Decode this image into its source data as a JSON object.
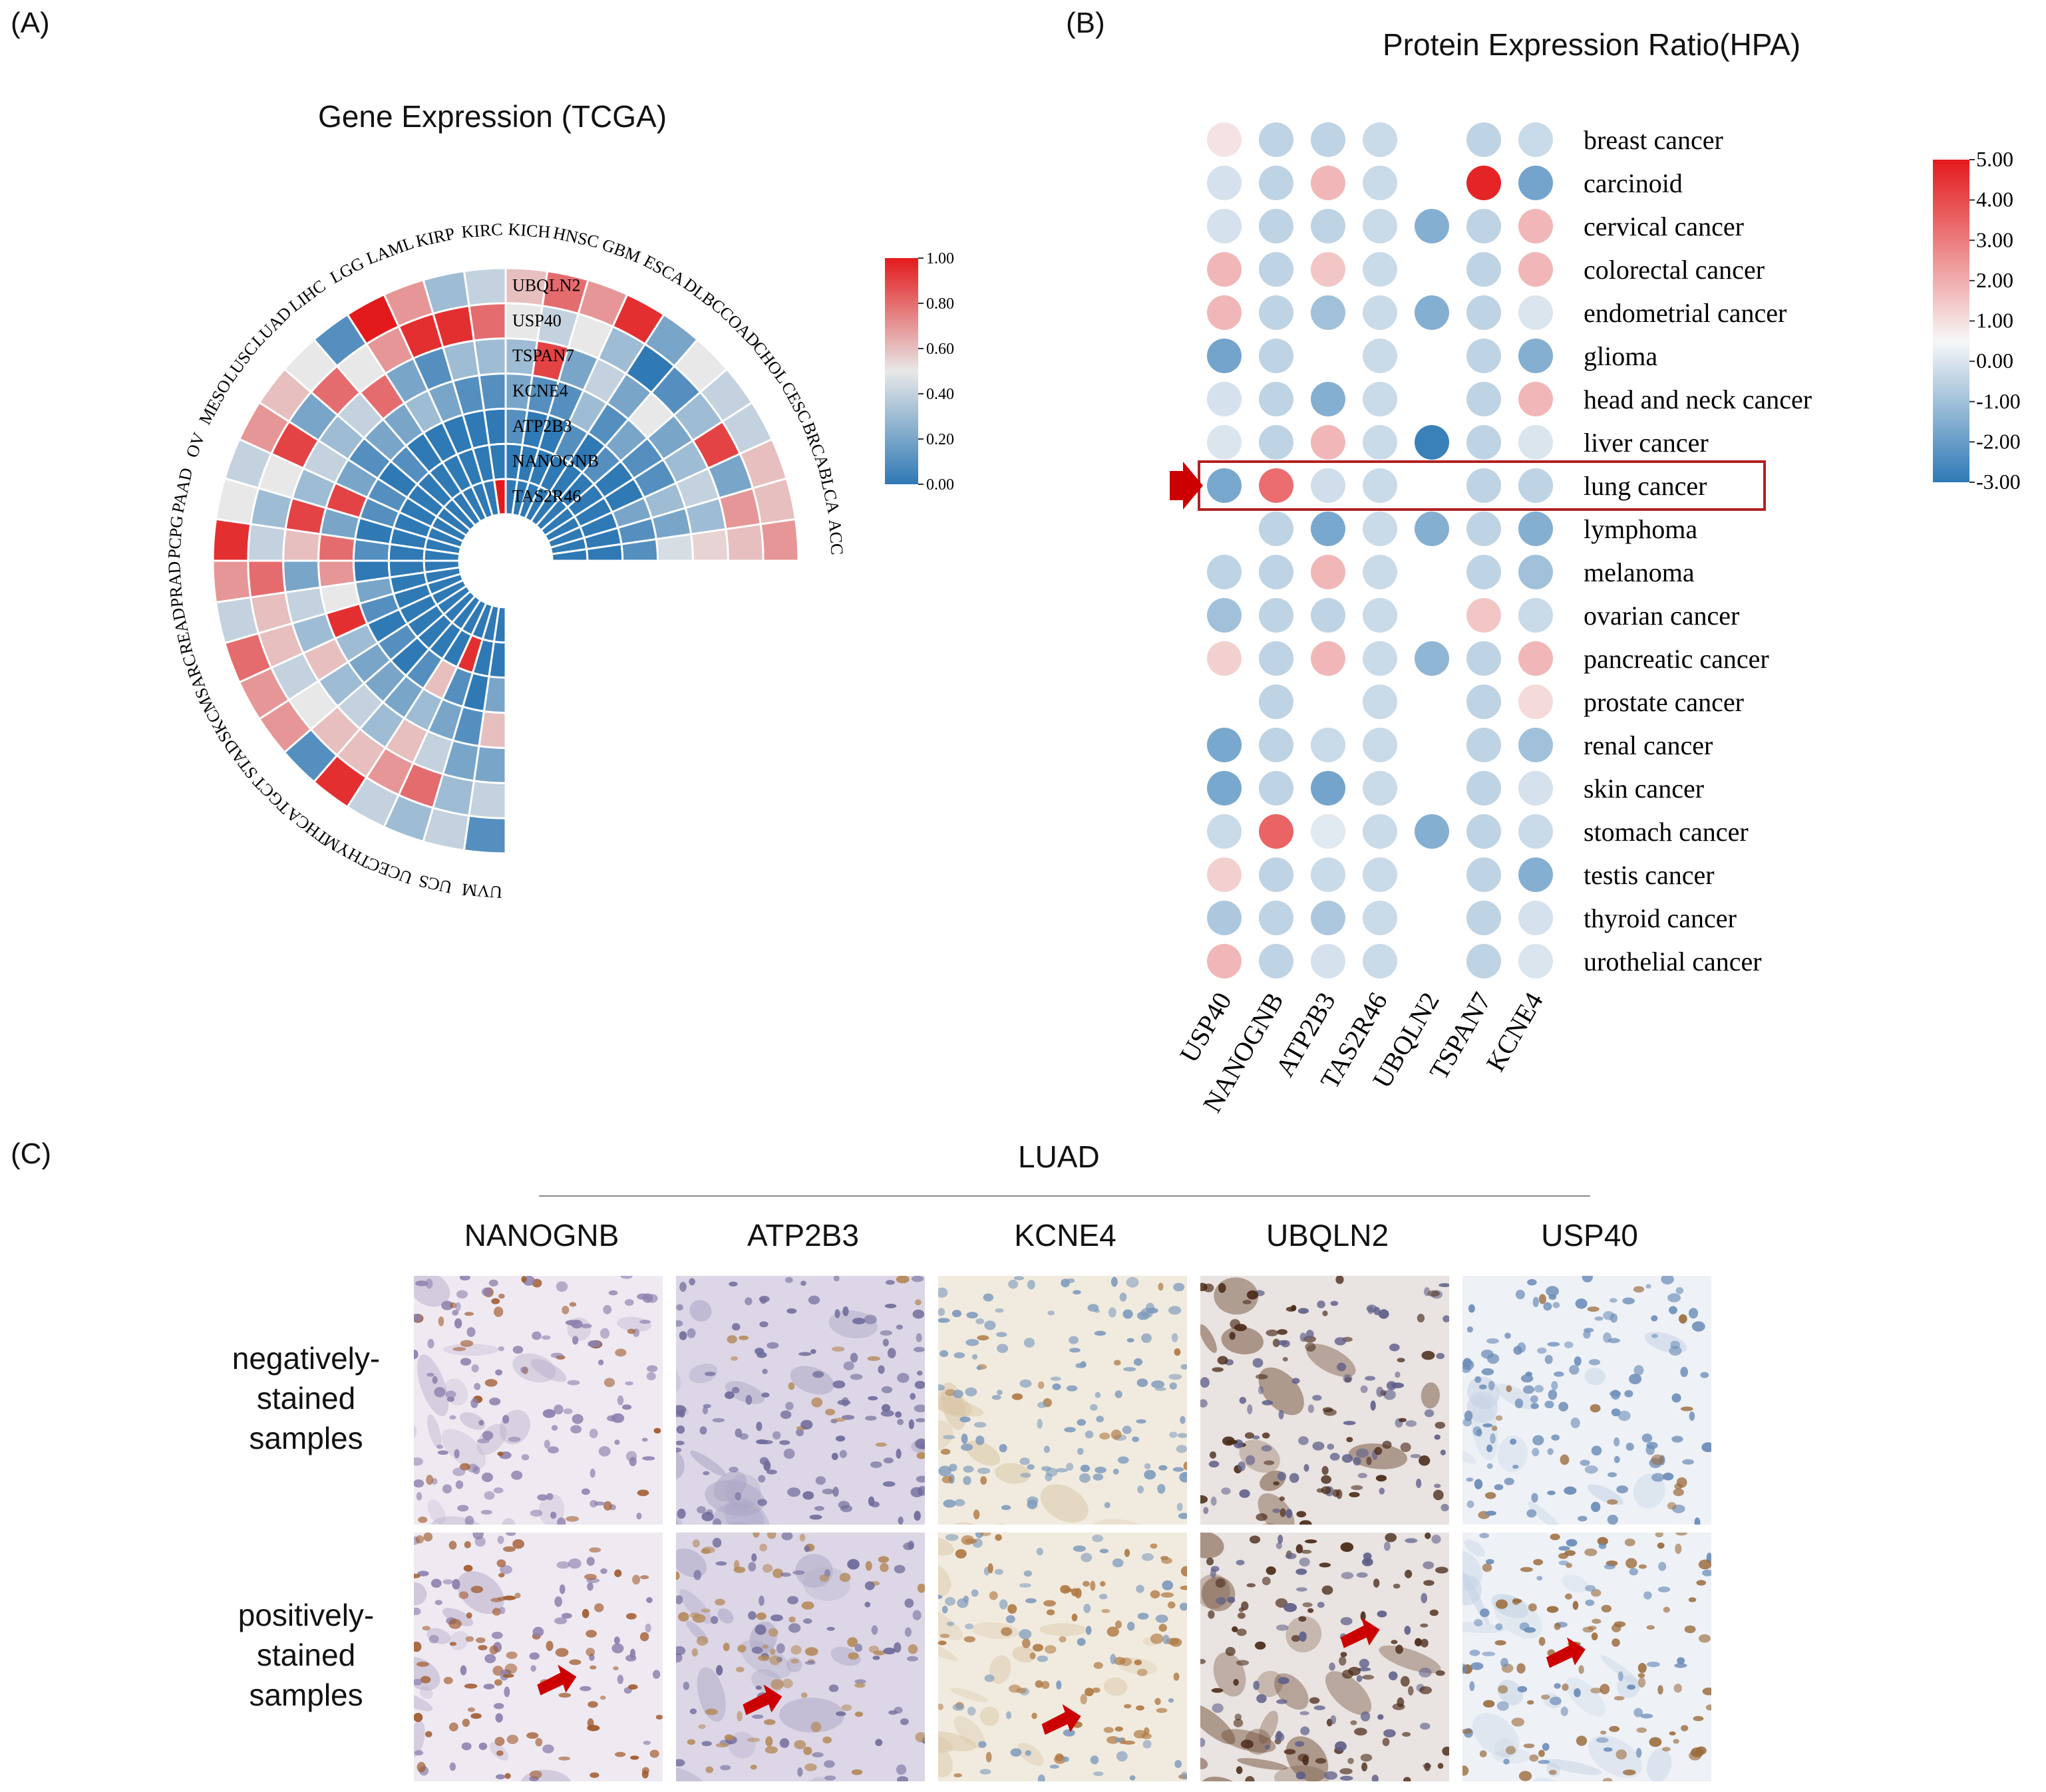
{
  "panel_a": {
    "letter": "(A)",
    "chart_data": {
      "type": "heatmap",
      "subtype": "circular",
      "title": "Gene Expression (TCGA)",
      "genes": [
        "UBQLN2",
        "USP40",
        "TSPAN7",
        "KCNE4",
        "ATP2B3",
        "NANOGNB",
        "TAS2R46"
      ],
      "cancers": [
        "ACC",
        "BLCA",
        "BRCA",
        "CESC",
        "CHOL",
        "COAD",
        "DLBC",
        "ESCA",
        "GBM",
        "HNSC",
        "KICH",
        "KIRC",
        "KIRP",
        "LAML",
        "LGG",
        "LIHC",
        "LUAD",
        "LUSC",
        "MESO",
        "OV",
        "PAAD",
        "PCPG",
        "PRAD",
        "READ",
        "SARC",
        "SKCM",
        "STAD",
        "TGCT",
        "THCA",
        "THYM",
        "UCEC",
        "UCS",
        "UVM"
      ],
      "values": [
        [
          0.7,
          0.6,
          0.55,
          0.45,
          0.1,
          0.0,
          0.0
        ],
        [
          0.6,
          0.7,
          0.3,
          0.2,
          0.1,
          0.0,
          0.0
        ],
        [
          0.6,
          0.2,
          0.4,
          0.3,
          0.2,
          0.0,
          0.0
        ],
        [
          0.4,
          0.9,
          0.3,
          0.1,
          0.0,
          0.0,
          0.0
        ],
        [
          0.4,
          0.3,
          0.2,
          0.1,
          0.0,
          0.0,
          0.0
        ],
        [
          0.5,
          0.1,
          0.5,
          0.2,
          0.1,
          0.0,
          0.0
        ],
        [
          0.2,
          0.0,
          0.2,
          0.1,
          0.0,
          0.0,
          0.0
        ],
        [
          0.95,
          0.3,
          0.4,
          0.3,
          0.1,
          0.0,
          0.0
        ],
        [
          0.7,
          0.5,
          0.2,
          0.1,
          0.0,
          0.0,
          0.0
        ],
        [
          0.8,
          0.4,
          0.9,
          0.1,
          0.0,
          0.0,
          0.0
        ],
        [
          0.6,
          0.5,
          0.3,
          0.2,
          0.1,
          0.0,
          0.0
        ],
        [
          0.4,
          0.8,
          0.3,
          0.1,
          0.0,
          0.0,
          1.0
        ],
        [
          0.3,
          0.95,
          0.3,
          0.1,
          0.0,
          0.0,
          0.0
        ],
        [
          0.7,
          0.95,
          0.1,
          0.2,
          0.0,
          0.0,
          0.0
        ],
        [
          1.0,
          0.7,
          0.2,
          0.3,
          0.0,
          0.0,
          0.0
        ],
        [
          0.1,
          0.5,
          0.8,
          0.2,
          0.0,
          0.0,
          0.0
        ],
        [
          0.5,
          0.8,
          0.4,
          0.2,
          0.1,
          0.0,
          0.0
        ],
        [
          0.6,
          0.2,
          0.3,
          0.1,
          0.0,
          0.0,
          0.0
        ],
        [
          0.7,
          0.9,
          0.4,
          0.2,
          0.1,
          0.0,
          0.0
        ],
        [
          0.4,
          0.5,
          0.3,
          0.9,
          0.1,
          0.0,
          0.0
        ],
        [
          0.5,
          0.3,
          0.9,
          0.2,
          0.0,
          0.0,
          0.0
        ],
        [
          0.95,
          0.4,
          0.6,
          0.8,
          0.1,
          0.0,
          0.0
        ],
        [
          0.7,
          0.8,
          0.2,
          0.7,
          0.0,
          0.0,
          0.0
        ],
        [
          0.4,
          0.6,
          0.4,
          0.5,
          0.2,
          0.0,
          0.0
        ],
        [
          0.8,
          0.6,
          0.3,
          0.95,
          0.1,
          0.0,
          0.0
        ],
        [
          0.7,
          0.4,
          0.6,
          0.3,
          0.0,
          0.0,
          0.0
        ],
        [
          0.7,
          0.5,
          0.3,
          0.2,
          0.1,
          0.0,
          0.0
        ],
        [
          0.1,
          0.6,
          0.4,
          0.2,
          0.0,
          0.0,
          0.0
        ],
        [
          0.95,
          0.6,
          0.3,
          0.2,
          0.1,
          0.0,
          0.0
        ],
        [
          0.4,
          0.7,
          0.6,
          0.3,
          0.6,
          0.0,
          0.0
        ],
        [
          0.3,
          0.8,
          0.4,
          0.2,
          0.1,
          0.95,
          0.0
        ],
        [
          0.4,
          0.3,
          0.2,
          0.1,
          0.0,
          0.0,
          0.0
        ],
        [
          0.1,
          0.4,
          0.2,
          0.6,
          0.2,
          0.0,
          0.0
        ]
      ],
      "color_scale": {
        "min": 0.0,
        "max": 1.0,
        "low": "#2f79b5",
        "mid": "#e8e8e8",
        "high": "#e31a1c"
      },
      "legend_ticks": [
        "1.00",
        "0.80",
        "0.60",
        "0.40",
        "0.20",
        "0.00"
      ]
    }
  },
  "panel_b": {
    "letter": "(B)",
    "chart_data": {
      "type": "scatter",
      "subtype": "dot-matrix",
      "title": "Protein Expression Ratio(HPA)",
      "genes": [
        "USP40",
        "NANOGNB",
        "ATP2B3",
        "TAS2R46",
        "UBQLN2",
        "TSPAN7",
        "KCNE4"
      ],
      "cancers": [
        "breast cancer",
        "carcinoid",
        "cervical cancer",
        "colorectal cancer",
        "endometrial cancer",
        "glioma",
        "head and neck cancer",
        "liver cancer",
        "lung cancer",
        "lymphoma",
        "melanoma",
        "ovarian cancer",
        "pancreatic cancer",
        "prostate cancer",
        "renal cancer",
        "skin cancer",
        "stomach cancer",
        "testis cancer",
        "thyroid cancer",
        "urothelial cancer"
      ],
      "values": [
        [
          0.9,
          -0.5,
          -0.5,
          -0.3,
          null,
          -0.5,
          -0.3
        ],
        [
          -0.1,
          -0.5,
          1.8,
          -0.3,
          null,
          4.8,
          -1.8
        ],
        [
          -0.1,
          -0.5,
          -0.5,
          -0.3,
          -1.5,
          -0.5,
          1.8
        ],
        [
          1.8,
          -0.5,
          1.5,
          -0.3,
          null,
          -0.5,
          1.8
        ],
        [
          1.8,
          -0.5,
          -1.0,
          -0.3,
          -1.5,
          -0.5,
          0.0
        ],
        [
          -1.8,
          -0.5,
          null,
          -0.3,
          null,
          -0.5,
          -1.5
        ],
        [
          -0.1,
          -0.5,
          -1.5,
          -0.3,
          null,
          -0.5,
          1.8
        ],
        [
          0.0,
          -0.5,
          1.8,
          -0.3,
          -2.8,
          -0.5,
          0.0
        ],
        [
          -1.7,
          3.3,
          -0.2,
          -0.3,
          null,
          -0.5,
          -0.5
        ],
        [
          null,
          -0.5,
          -1.7,
          -0.3,
          -1.5,
          -0.5,
          -1.5
        ],
        [
          -0.5,
          -0.5,
          1.8,
          -0.3,
          null,
          -0.5,
          -1.0
        ],
        [
          -1.0,
          -0.5,
          -0.5,
          -0.3,
          null,
          1.5,
          -0.3
        ],
        [
          1.3,
          -0.5,
          1.8,
          -0.3,
          -1.3,
          -0.5,
          1.8
        ],
        [
          null,
          -0.5,
          null,
          -0.3,
          null,
          -0.5,
          1.1
        ],
        [
          -1.7,
          -0.5,
          -0.3,
          -0.3,
          null,
          -0.5,
          -1.0
        ],
        [
          -1.7,
          -0.5,
          -1.8,
          -0.3,
          null,
          -0.5,
          -0.1
        ],
        [
          -0.3,
          3.5,
          0.1,
          -0.3,
          -1.5,
          -0.5,
          -0.3
        ],
        [
          1.3,
          -0.5,
          -0.3,
          -0.3,
          null,
          -0.5,
          -1.5
        ],
        [
          -0.8,
          -0.5,
          -0.8,
          -0.3,
          null,
          -0.5,
          -0.1
        ],
        [
          1.8,
          -0.5,
          -0.1,
          -0.3,
          null,
          -0.5,
          0.0
        ]
      ],
      "highlight_row": "lung cancer",
      "color_scale": {
        "min": -3.0,
        "max": 5.0,
        "low": "#2f79b5",
        "mid": "#f7f7f7",
        "high": "#e31a1c",
        "mid_value": 0.5
      },
      "legend_ticks": [
        "5.00",
        "4.00",
        "3.00",
        "2.00",
        "1.00",
        "0.00",
        "-1.00",
        "-2.00",
        "-3.00"
      ]
    }
  },
  "panel_c": {
    "letter": "(C)",
    "group_title": "LUAD",
    "columns": [
      "NANOGNB",
      "ATP2B3",
      "KCNE4",
      "UBQLN2",
      "USP40"
    ],
    "rows": [
      {
        "lines": [
          "negatively-",
          "stained",
          "samples"
        ]
      },
      {
        "lines": [
          "positively-",
          "stained",
          "samples"
        ]
      }
    ],
    "colors": {
      "arrow": "#cc0000",
      "box": "#b22222"
    }
  }
}
